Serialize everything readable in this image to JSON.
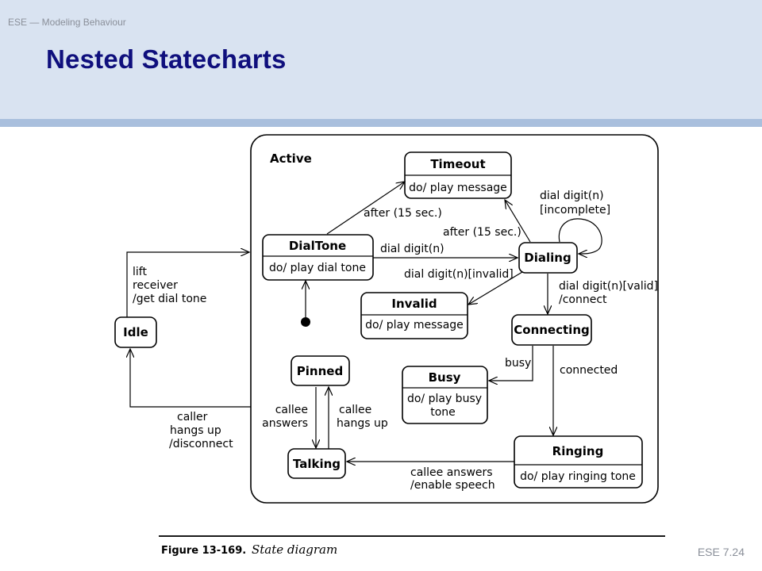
{
  "header": {
    "course": "ESE — Modeling Behaviour",
    "title": "Nested Statecharts",
    "slide_number": "ESE 7.24"
  },
  "diagram": {
    "superstate": "Active",
    "states": {
      "timeout": {
        "name": "Timeout",
        "activity": "do/ play message"
      },
      "dialtone": {
        "name": "DialTone",
        "activity": "do/ play dial tone"
      },
      "dialing": {
        "name": "Dialing"
      },
      "invalid": {
        "name": "Invalid",
        "activity": "do/ play message"
      },
      "connecting": {
        "name": "Connecting"
      },
      "busy": {
        "name": "Busy",
        "activity_line1": "do/ play busy",
        "activity_line2": "tone"
      },
      "pinned": {
        "name": "Pinned"
      },
      "talking": {
        "name": "Talking"
      },
      "ringing": {
        "name": "Ringing",
        "activity": "do/ play ringing tone"
      },
      "idle": {
        "name": "Idle"
      }
    },
    "transitions": {
      "lift_1": "lift",
      "lift_2": "receiver",
      "lift_3": "/get dial tone",
      "caller_1": "caller",
      "caller_2": "hangs up",
      "caller_3": "/disconnect",
      "after_dialtone": "after (15 sec.)",
      "after_dialing": "after (15 sec.)",
      "dial_digit": "dial digit(n)",
      "dial_invalid": "dial digit(n)[invalid]",
      "self_1": "dial digit(n)",
      "self_2": "[incomplete]",
      "valid_1": "dial digit(n)[valid]",
      "valid_2": "/connect",
      "busy": "busy",
      "connected": "connected",
      "callee_answers_1": "callee",
      "callee_answers_2": "answers",
      "callee_hangs_1": "callee",
      "callee_hangs_2": "hangs up",
      "enable_1": "callee answers",
      "enable_2": "/enable speech"
    },
    "caption": {
      "figure": "Figure 13-169.",
      "text": "State diagram"
    }
  }
}
